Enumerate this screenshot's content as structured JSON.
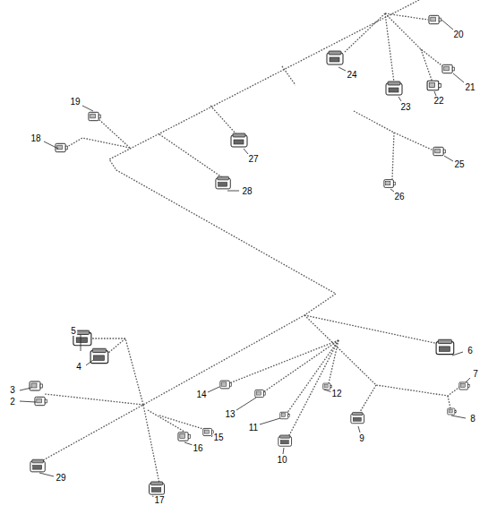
{
  "diagram": {
    "labels": [
      "20",
      "24",
      "21",
      "23",
      "22",
      "19",
      "18",
      "27",
      "25",
      "26",
      "28",
      "5",
      "4",
      "6",
      "7",
      "3",
      "2",
      "14",
      "12",
      "13",
      "11",
      "8",
      "15",
      "10",
      "16",
      "9",
      "29",
      "17"
    ]
  }
}
